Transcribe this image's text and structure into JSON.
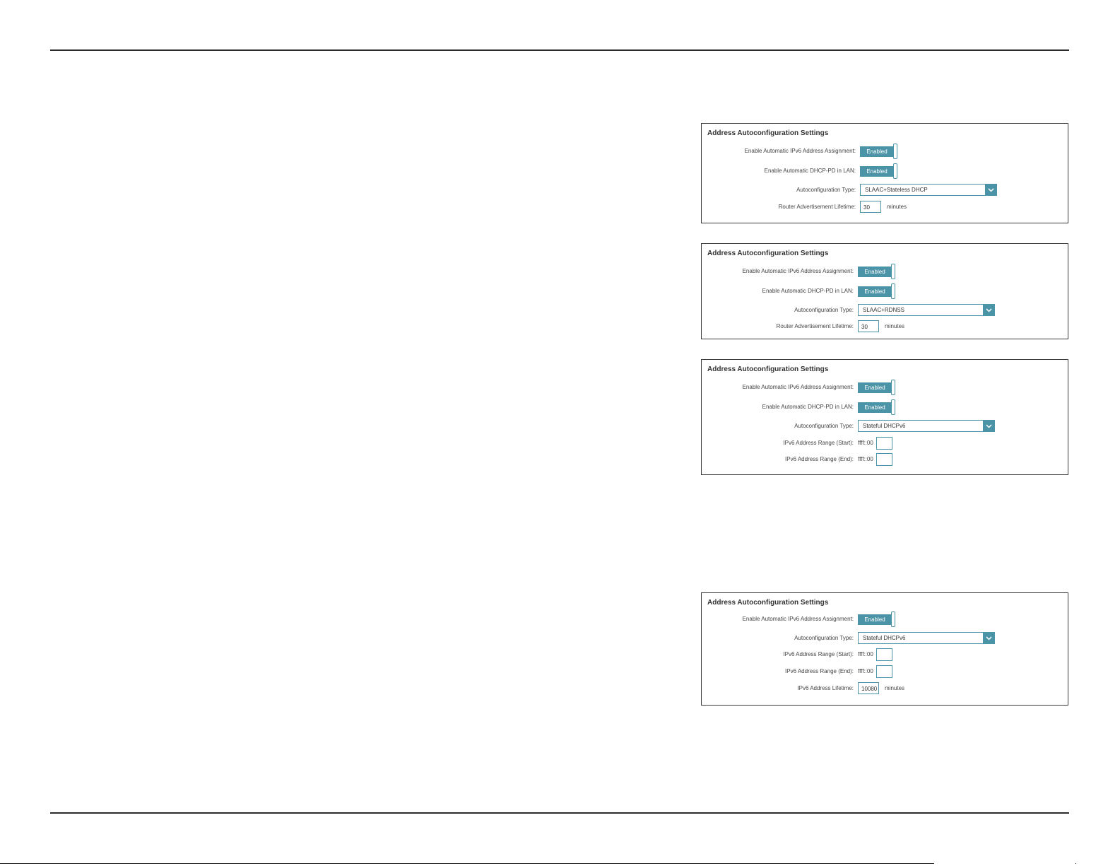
{
  "panels": [
    {
      "title": "Address Autoconfiguration Settings",
      "ipv6_assign_label": "Enable Automatic IPv6 Address Assignment:",
      "ipv6_assign_state": "Enabled",
      "dhcppd_label": "Enable Automatic DHCP-PD in LAN:",
      "dhcppd_state": "Enabled",
      "type_label": "Autoconfiguration Type:",
      "type_value": "SLAAC+Stateless DHCP",
      "lifetime_label": "Router Advertisement Lifetime:",
      "lifetime_value": "30",
      "lifetime_unit": "minutes"
    },
    {
      "title": "Address Autoconfiguration Settings",
      "ipv6_assign_label": "Enable Automatic IPv6 Address Assignment:",
      "ipv6_assign_state": "Enabled",
      "dhcppd_label": "Enable Automatic DHCP-PD in LAN:",
      "dhcppd_state": "Enabled",
      "type_label": "Autoconfiguration Type:",
      "type_value": "SLAAC+RDNSS",
      "lifetime_label": "Router Advertisement Lifetime:",
      "lifetime_value": "30",
      "lifetime_unit": "minutes"
    },
    {
      "title": "Address Autoconfiguration Settings",
      "ipv6_assign_label": "Enable Automatic IPv6 Address Assignment:",
      "ipv6_assign_state": "Enabled",
      "dhcppd_label": "Enable Automatic DHCP-PD in LAN:",
      "dhcppd_state": "Enabled",
      "type_label": "Autoconfiguration Type:",
      "type_value": "Stateful DHCPv6",
      "range_start_label": "IPv6 Address Range (Start):",
      "range_start_prefix": "ffff::00",
      "range_end_label": "IPv6 Address Range (End):",
      "range_end_prefix": "ffff::00"
    },
    {
      "title": "Address Autoconfiguration Settings",
      "ipv6_assign_label": "Enable Automatic IPv6 Address Assignment:",
      "ipv6_assign_state": "Enabled",
      "type_label": "Autoconfiguration Type:",
      "type_value": "Stateful DHCPv6",
      "range_start_label": "IPv6 Address Range (Start):",
      "range_start_prefix": "ffff::00",
      "range_end_label": "IPv6 Address Range (End):",
      "range_end_prefix": "ffff::00",
      "addr_lifetime_label": "IPv6 Address Lifetime:",
      "addr_lifetime_value": "10080",
      "addr_lifetime_unit": "minutes"
    }
  ],
  "colors": {
    "accent": "#4b93a6",
    "rule": "#2b2b2b"
  },
  "icons": {
    "dropdown": "chevron-down-icon"
  }
}
